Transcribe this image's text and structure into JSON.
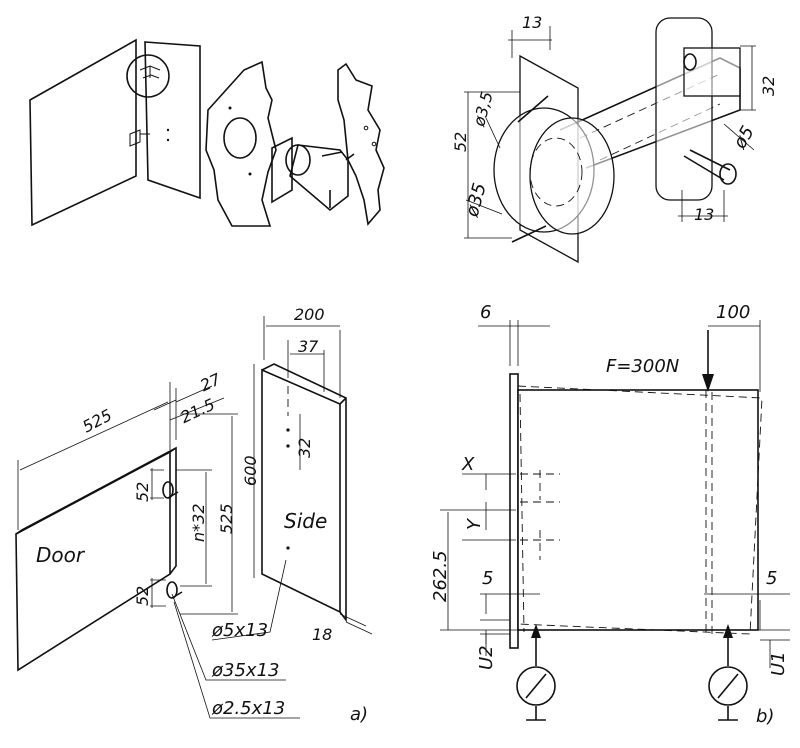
{
  "drawing_a": {
    "door_label": "Door",
    "side_label": "Side",
    "dim_525_width": "525",
    "dim_27": "27",
    "dim_21_5": "21.5",
    "dim_52_top": "52",
    "dim_52_bottom": "52",
    "dim_n32": "n*32",
    "dim_525_height": "525",
    "dim_600": "600",
    "dim_200": "200",
    "dim_37": "37",
    "dim_32": "32",
    "dim_18": "18",
    "hole_5x13": "ø5x13",
    "hole_35x13": "ø35x13",
    "hole_2_5x13": "ø2.5x13",
    "caption": "a)"
  },
  "detail": {
    "dim_13_top": "13",
    "dim_3_5": "ø3,5",
    "dim_52": "52",
    "dim_35": "ø35",
    "dim_32": "32",
    "dim_5": "ø5",
    "dim_13_bottom": "13"
  },
  "drawing_b": {
    "dim_6": "6",
    "dim_100": "100",
    "force": "F=300N",
    "x_label": "X",
    "y_label": "Y",
    "dim_262_5": "262.5",
    "dim_5_left": "5",
    "dim_5_right": "5",
    "u2_label": "U2",
    "u1_label": "U1",
    "caption": "b)"
  }
}
